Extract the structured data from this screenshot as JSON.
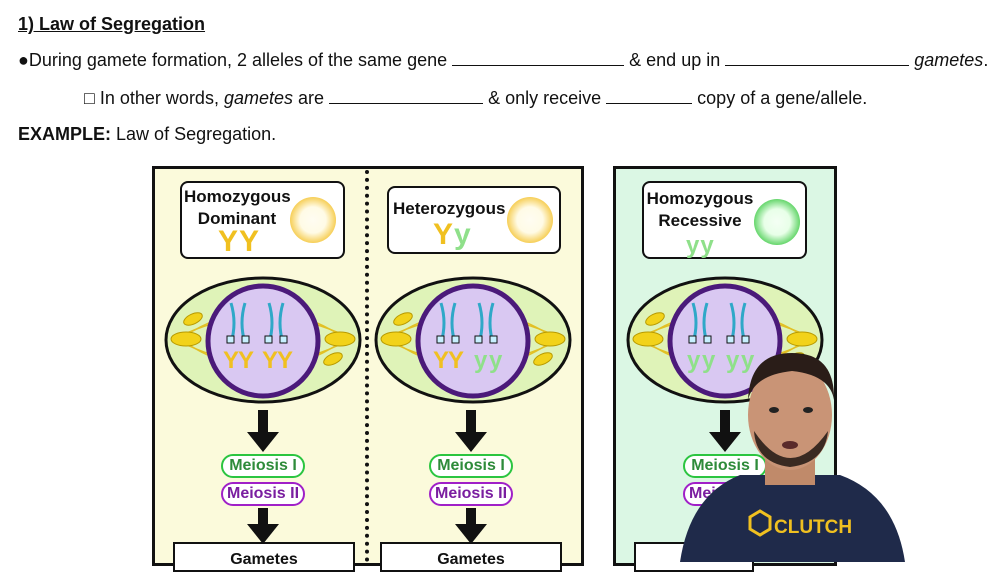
{
  "header": {
    "title": "1) Law of Segregation",
    "line1": {
      "bullet": "●",
      "part1": "During gamete formation, 2 alleles of the same gene",
      "part2": "& end up in",
      "part3": "gametes",
      "end": "."
    },
    "line2": {
      "box": "□",
      "part1": "In other words,",
      "part2": "gametes",
      "part3": "are",
      "part4": "& only receive",
      "part5": "copy of a gene/allele."
    },
    "example": {
      "label": "EXAMPLE:",
      "text": "Law of Segregation."
    }
  },
  "columns": [
    {
      "label_line1": "Homozygous",
      "label_line2": "Dominant",
      "allele1": "Y",
      "allele2": "Y",
      "ball_color": "#f5c842",
      "chrom_alleles": [
        "Y",
        "Y",
        "Y",
        "Y"
      ],
      "meiosis1": "Meiosis I",
      "meiosis2": "Meiosis II",
      "gametes": "Gametes"
    },
    {
      "label_line1": "Heterozygous",
      "label_line2": "",
      "allele1": "Y",
      "allele2": "y",
      "ball_color": "#f5c842",
      "chrom_alleles": [
        "Y",
        "Y",
        "y",
        "y"
      ],
      "meiosis1": "Meiosis I",
      "meiosis2": "Meiosis II",
      "gametes": "Gametes"
    },
    {
      "label_line1": "Homozygous",
      "label_line2": "Recessive",
      "allele1": "y",
      "allele2": "y",
      "ball_color": "#53d05a",
      "chrom_alleles": [
        "y",
        "y",
        "y",
        "y"
      ],
      "meiosis1": "Meiosis I",
      "meiosis2": "Meiosis II",
      "gametes": ""
    }
  ],
  "colors": {
    "dominant": "#f0c020",
    "recessive": "#8fe08a",
    "meiosis1": "#2bc540",
    "meiosis2": "#a020c8",
    "panel_yellow": "#fbfadb",
    "panel_green": "#dbf7e4"
  },
  "brand": {
    "shirt_text": "CLUTCH"
  }
}
